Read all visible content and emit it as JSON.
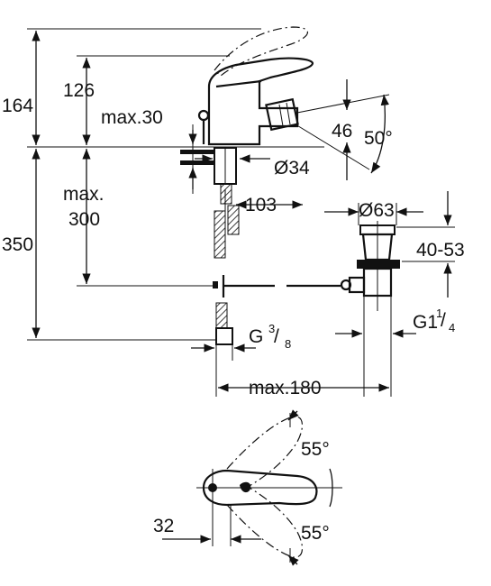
{
  "dimensions": {
    "height_total": "164",
    "height_spout": "126",
    "max_30": "max.30",
    "angle_spout": "50°",
    "spout_length": "46",
    "hole_diameter": "Ø34",
    "depth_max_label": "max.",
    "depth_max_value": "300",
    "height_350": "350",
    "dist_103": "103",
    "waste_diameter": "Ø63",
    "waste_range": "40-53",
    "waste_thread": "G1",
    "waste_thread_num": "1",
    "waste_thread_den": "4",
    "supply_thread": "G",
    "supply_thread_num": "3",
    "supply_thread_den": "8",
    "max_180": "max.180",
    "lever_angle_top": "55°",
    "lever_angle_bottom": "55°",
    "lever_offset": "32"
  }
}
